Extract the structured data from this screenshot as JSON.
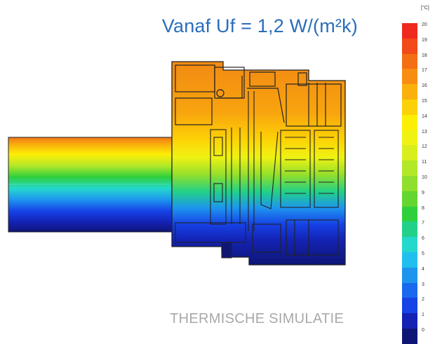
{
  "title": "Vanaf Uf = 1,2 W/(m²k)",
  "subtitle": "THERMISCHE SIMULATIE",
  "legend": {
    "unit": "[°C]",
    "levels": [
      {
        "label": "20",
        "color": "#ee2a1e"
      },
      {
        "label": "19",
        "color": "#f24a19"
      },
      {
        "label": "18",
        "color": "#f46e14"
      },
      {
        "label": "17",
        "color": "#f78e12"
      },
      {
        "label": "16",
        "color": "#fab10c"
      },
      {
        "label": "15",
        "color": "#fcd108"
      },
      {
        "label": "14",
        "color": "#fdee05"
      },
      {
        "label": "13",
        "color": "#f0f212"
      },
      {
        "label": "12",
        "color": "#d8ef1d"
      },
      {
        "label": "11",
        "color": "#b3e828"
      },
      {
        "label": "10",
        "color": "#8fdf2d"
      },
      {
        "label": "9",
        "color": "#63d630"
      },
      {
        "label": "8",
        "color": "#2fd03c"
      },
      {
        "label": "7",
        "color": "#22d187"
      },
      {
        "label": "6",
        "color": "#24d8cc"
      },
      {
        "label": "5",
        "color": "#21bfee"
      },
      {
        "label": "4",
        "color": "#1d95ee"
      },
      {
        "label": "3",
        "color": "#1969ee"
      },
      {
        "label": "2",
        "color": "#1642e6"
      },
      {
        "label": "1",
        "color": "#1322b3"
      },
      {
        "label": "0",
        "color": "#0e1675"
      }
    ]
  }
}
